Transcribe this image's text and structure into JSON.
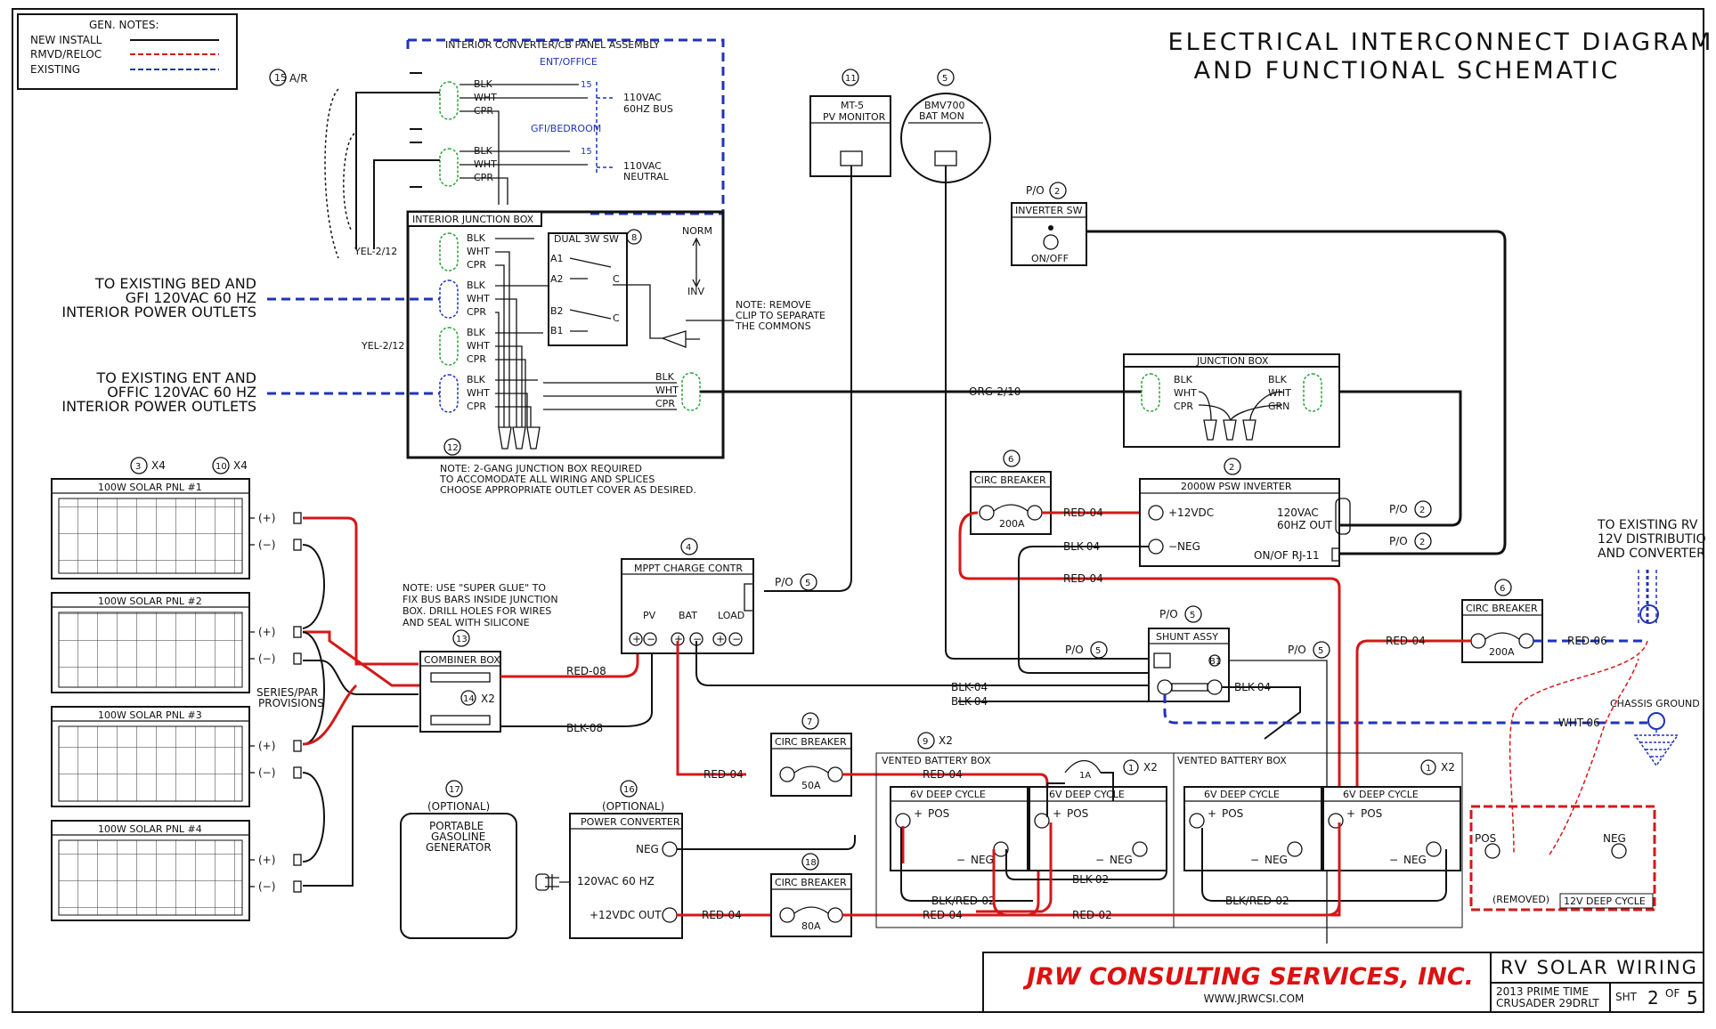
{
  "title": {
    "line1": "ELECTRICAL  INTERCONNECT  DIAGRAM",
    "line2": "AND  FUNCTIONAL  SCHEMATIC"
  },
  "notes": {
    "header": "GEN.  NOTES:",
    "new_install": "NEW INSTALL",
    "rmvd": "RMVD/RELOC",
    "existing": "EXISTING"
  },
  "panel": {
    "title": "INTERIOR CONVERTER/CB PANEL ASSEMBLY",
    "ent_office": "ENT/OFFICE",
    "gfi_bedroom": "GFI/BEDROOM",
    "bus": [
      "110VAC",
      "60HZ BUS"
    ],
    "neutral": [
      "110VAC",
      "NEUTRAL"
    ],
    "breaker": "15",
    "ar": "A/R",
    "ar_num": "15"
  },
  "wire_colors": {
    "blk": "BLK",
    "wht": "WHT",
    "cpr": "CPR",
    "grn": "GRN"
  },
  "ijbox": {
    "title": "INTERIOR JUNCTION BOX",
    "dual_sw": "DUAL 3W SW",
    "dual_sw_num": "8",
    "a1": "A1",
    "a2": "A2",
    "b1": "B1",
    "b2": "B2",
    "c": "C",
    "norm": "NORM",
    "inv": "INV",
    "yel": "YEL-2/12",
    "num": "12",
    "note": [
      "NOTE: 2-GANG JUNCTION BOX REQUIRED",
      "TO ACCOMODATE ALL WIRING AND SPLICES",
      "CHOOSE APPROPRIATE OUTLET COVER AS DESIRED."
    ]
  },
  "clip_note": [
    "NOTE: REMOVE",
    "CLIP TO SEPARATE",
    "THE COMMONS"
  ],
  "outlets_bed": [
    "TO EXISTING BED AND",
    "GFI 120VAC 60 HZ",
    "INTERIOR POWER OUTLETS"
  ],
  "outlets_ent": [
    "TO EXISTING ENT AND",
    "OFFIC 120VAC 60 HZ",
    "INTERIOR POWER OUTLETS"
  ],
  "mt5": {
    "num": "11",
    "l1": "MT-5",
    "l2": "PV MONITOR"
  },
  "bmv": {
    "num": "5",
    "l1": "BMV700",
    "l2": "BAT MON"
  },
  "inv_sw": {
    "po": "P/O",
    "num": "2",
    "title": "INVERTER SW",
    "label": "ON/OFF"
  },
  "jbox": {
    "title": "JUNCTION BOX",
    "org": "ORG-2/10"
  },
  "solar": {
    "num": "3",
    "qty": "X4",
    "num2": "10",
    "qty2": "X4",
    "panels": [
      "100W SOLAR PNL #1",
      "100W SOLAR PNL #2",
      "100W SOLAR PNL #3",
      "100W SOLAR PNL #4"
    ],
    "pos": "(+)",
    "neg": "(−)",
    "series": [
      "SERIES/PAR",
      "PROVISIONS"
    ]
  },
  "glue_note": [
    "NOTE: USE \"SUPER GLUE\" TO",
    "FIX BUS BARS INSIDE JUNCTION",
    "BOX. DRILL HOLES FOR WIRES",
    "AND SEAL WITH SILICONE"
  ],
  "combiner": {
    "num": "13",
    "title": "COMBINER BOX",
    "num2": "14",
    "qty": "X2"
  },
  "mppt": {
    "num": "4",
    "title": "MPPT CHARGE CONTR",
    "pv": "PV",
    "bat": "BAT",
    "load": "LOAD",
    "po": "P/O",
    "ref": "5"
  },
  "wires": {
    "red08": "RED-08",
    "blk08": "BLK-08",
    "red04": "RED-04",
    "blk04": "BLK-04",
    "red06": "RED-06",
    "wht06": "WHT-06",
    "blk02": "BLK-02",
    "red02": "RED-02",
    "blkred02": "BLK/RED-02"
  },
  "cb200": {
    "num": "6",
    "title": "CIRC BREAKER",
    "rating": "200A"
  },
  "inverter": {
    "num": "2",
    "title": "2000W PSW INVERTER",
    "pos": "+12VDC",
    "neg": "−NEG",
    "ac": [
      "120VAC",
      "60HZ OUT"
    ],
    "rj": "ON/OF RJ-11",
    "po": "P/O",
    "ref": "2"
  },
  "shunt": {
    "po": "P/O",
    "num": "5",
    "title": "SHUNT ASSY",
    "b1": "B1"
  },
  "cb200b": {
    "num": "6",
    "title": "CIRC BREAKER",
    "rating": "200A"
  },
  "cb50": {
    "num": "7",
    "title": "CIRC BREAKER",
    "rating": "50A"
  },
  "cb80": {
    "num": "18",
    "title": "CIRC BREAKER",
    "rating": "80A"
  },
  "generator": {
    "num": "17",
    "opt": "(OPTIONAL)",
    "l1": "PORTABLE",
    "l2": "GASOLINE",
    "l3": "GENERATOR"
  },
  "pconv": {
    "num": "16",
    "opt": "(OPTIONAL)",
    "title": "POWER CONVERTER",
    "neg": "NEG",
    "ac": "120VAC  60  HZ",
    "out": "+12VDC  OUT"
  },
  "vbox1": {
    "title": "VENTED BATTERY BOX",
    "num": "9",
    "qty": "X2"
  },
  "vbox2": {
    "title": "VENTED BATTERY BOX",
    "num": "1",
    "qty": "X2"
  },
  "battery": {
    "title": "6V  DEEP  CYCLE",
    "pos": "POS",
    "neg": "NEG",
    "num": "1",
    "qty": "X2",
    "fuse": "1A"
  },
  "removed": {
    "pos": "POS",
    "neg": "NEG",
    "removed": "(REMOVED)",
    "title": "12V  DEEP  CYCLE"
  },
  "rv": [
    "TO EXISTING RV",
    "12V DISTRIBUTIO",
    "AND CONVERTER"
  ],
  "chassis": "CHASSIS GROUND",
  "titleblock": {
    "company": "JRW CONSULTING SERVICES, INC.",
    "url": "WWW.JRWCSI.COM",
    "project": "RV  SOLAR  WIRING",
    "model1": "2013 PRIME TIME",
    "model2": "CRUSADER 29DRLT",
    "sht": "SHT",
    "sheet": "2",
    "of": "OF",
    "total": "5"
  }
}
